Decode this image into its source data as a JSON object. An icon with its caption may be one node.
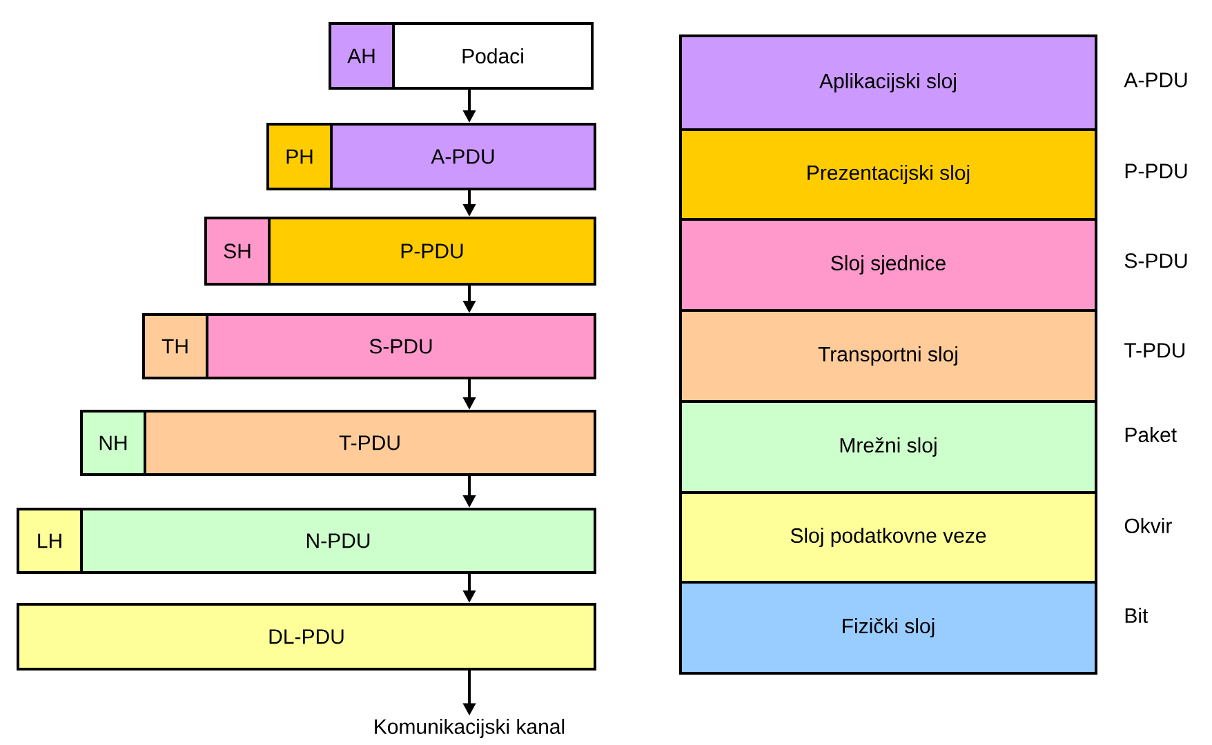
{
  "diagram": {
    "nodes": [
      {
        "text": [
          "AH"
        ]
      },
      {
        "text": [
          "Podaci"
        ]
      },
      {
        "text": [
          "PH"
        ]
      },
      {
        "text": [
          "A-PDU"
        ]
      },
      {
        "text": [
          "SH"
        ]
      },
      {
        "text": [
          "P-PDU"
        ]
      },
      {
        "text": [
          "TH"
        ]
      },
      {
        "text": [
          "S-PDU"
        ]
      },
      {
        "text": [
          "NH"
        ]
      },
      {
        "text": [
          "T-PDU"
        ]
      },
      {
        "text": [
          "LH"
        ]
      },
      {
        "text": [
          "N-PDU"
        ]
      },
      {
        "text": [
          "DL-PDU"
        ]
      },
      {
        "text": [
          "Komunikacijski kanal"
        ]
      },
      {
        "text": [
          "Aplikacijski sloj"
        ],
        "beside": [
          "A-PDU"
        ]
      },
      {
        "text": [
          "Prezentacijski sloj"
        ],
        "beside": [
          "P-PDU"
        ]
      },
      {
        "text": [
          "Sloj sjednice"
        ],
        "beside": [
          "S-PDU"
        ]
      },
      {
        "text": [
          "Transportni sloj"
        ],
        "beside": [
          "T-PDU"
        ]
      },
      {
        "text": [
          "Mrežni sloj"
        ],
        "beside": [
          "Paket"
        ]
      },
      {
        "text": [
          "Sloj podatkovne veze"
        ],
        "beside": [
          "Okvir"
        ]
      },
      {
        "text": [
          "Fizički sloj"
        ],
        "beside": [
          "Bit"
        ]
      }
    ],
    "edges": [
      {
        "from": 1,
        "to": 3,
        "arrow": "to"
      },
      {
        "from": 3,
        "to": 5,
        "arrow": "to"
      },
      {
        "from": 5,
        "to": 7,
        "arrow": "to"
      },
      {
        "from": 7,
        "to": 9,
        "arrow": "to"
      },
      {
        "from": 9,
        "to": 11,
        "arrow": "to"
      },
      {
        "from": 11,
        "to": 12,
        "arrow": "to"
      },
      {
        "from": 12,
        "to": 13,
        "arrow": "to"
      }
    ]
  }
}
